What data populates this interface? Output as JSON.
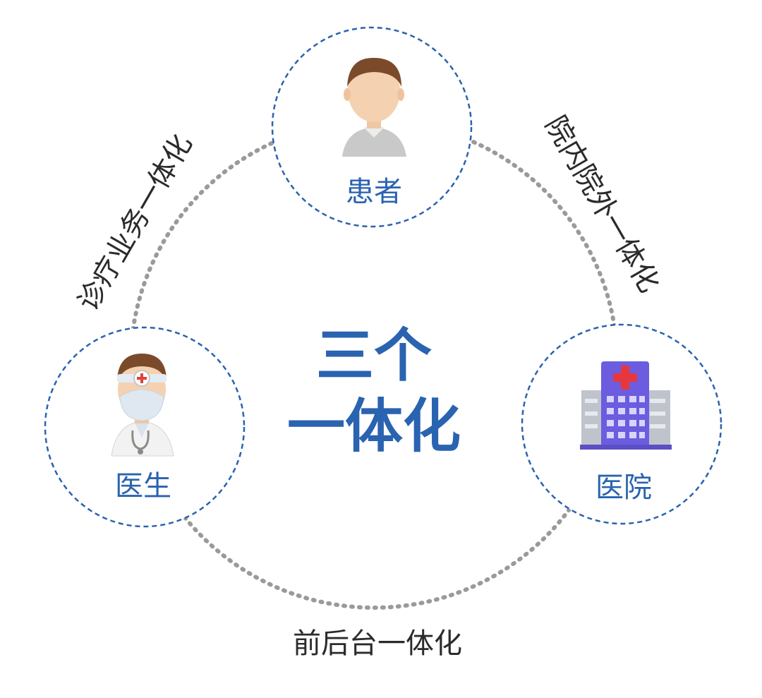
{
  "center": {
    "line1": "三个",
    "line2": "一体化"
  },
  "nodes": {
    "patient": {
      "label": "患者",
      "icon": "patient-avatar-icon"
    },
    "doctor": {
      "label": "医生",
      "icon": "doctor-avatar-icon"
    },
    "hospital": {
      "label": "医院",
      "icon": "hospital-building-icon"
    }
  },
  "edges": {
    "left": "诊疗业务一体化",
    "right": "院内院外一体化",
    "bottom": "前后台一体化"
  },
  "colors": {
    "accent": "#2a63b0",
    "ring": "#9a9a9a",
    "node_border": "#2a63b0",
    "edge_text": "#2b2b2b"
  }
}
